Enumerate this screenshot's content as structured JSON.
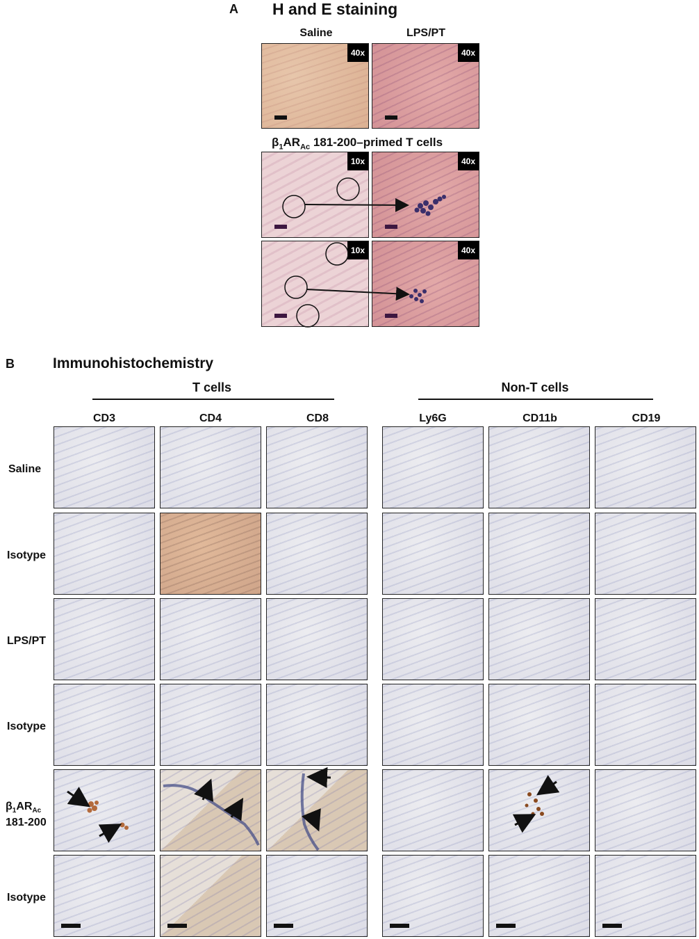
{
  "panel_a": {
    "letter": "A",
    "title": "H and E staining",
    "col_saline": "Saline",
    "col_lps": "LPS/PT",
    "primed_title": "β1ARAc 181-200–primed T cells",
    "primed_beta": "β",
    "primed_sub1": "1",
    "primed_ar": "AR",
    "primed_sub2": "Ac",
    "primed_rest": " 181-200–primed T cells",
    "mag_40x": "40x",
    "mag_10x": "10x"
  },
  "panel_b": {
    "letter": "B",
    "title": "Immunohistochemistry",
    "group_t": "T cells",
    "group_nont": "Non-T cells",
    "columns": [
      "CD3",
      "CD4",
      "CD8",
      "Ly6G",
      "CD11b",
      "CD19"
    ],
    "rows": [
      "Saline",
      "Isotype",
      "LPS/PT",
      "Isotype",
      "β1ARAc 181-200",
      "Isotype"
    ],
    "row5_beta": "β",
    "row5_sub1": "1",
    "row5_ar": "AR",
    "row5_sub2": "Ac",
    "row5_line2": "181-200"
  },
  "colors": {
    "he_pink": "#e3a9a8",
    "he_pale": "#e7c6ab",
    "ihc_background": "#ececf0",
    "ihc_brown_stain": "#c98a5a",
    "label_black": "#111111"
  },
  "icons": [
    "arrow-icon",
    "circle-marker-icon",
    "scale-bar-icon"
  ]
}
